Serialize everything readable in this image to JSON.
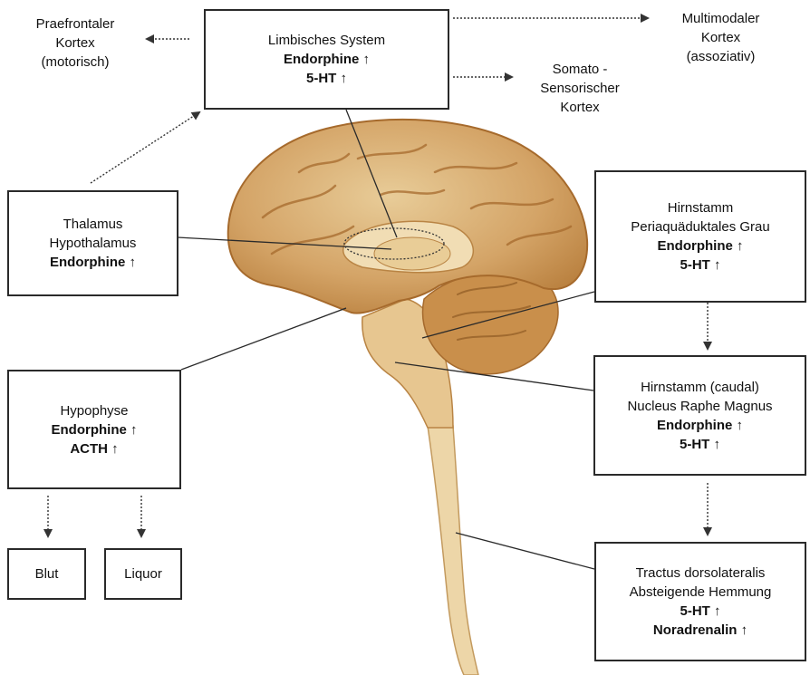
{
  "labels": {
    "praefrontal": [
      "Praefrontaler",
      "Kortex",
      "(motorisch)"
    ],
    "multimodal": [
      "Multimodaler",
      "Kortex",
      "(assoziativ)"
    ],
    "somato": [
      "Somato -",
      "Sensorischer",
      "Kortex"
    ]
  },
  "boxes": {
    "limbic": [
      "Limbisches System",
      "Endorphine ↑",
      "5-HT ↑"
    ],
    "thalamus": [
      "Thalamus",
      "Hypothalamus",
      "Endorphine ↑"
    ],
    "hirnstamm_pag": [
      "Hirnstamm",
      "Periaquäduktales Grau",
      "Endorphine ↑",
      "5-HT ↑"
    ],
    "hypophyse": [
      "Hypophyse",
      "Endorphine ↑",
      "ACTH ↑"
    ],
    "hirnstamm_caudal": [
      "Hirnstamm (caudal)",
      "Nucleus Raphe Magnus",
      "Endorphine ↑",
      "5-HT ↑"
    ],
    "blut": "Blut",
    "liquor": "Liquor",
    "tractus": [
      "Tractus dorsolateralis",
      "Absteigende Hemmung",
      "5-HT ↑",
      "Noradrenalin ↑"
    ]
  },
  "colors": {
    "brain_light": "#ead2a4",
    "brain_mid": "#c89353",
    "brain_dark": "#a66a2c",
    "line": "#2a2a2a",
    "arrow": "#333333"
  }
}
